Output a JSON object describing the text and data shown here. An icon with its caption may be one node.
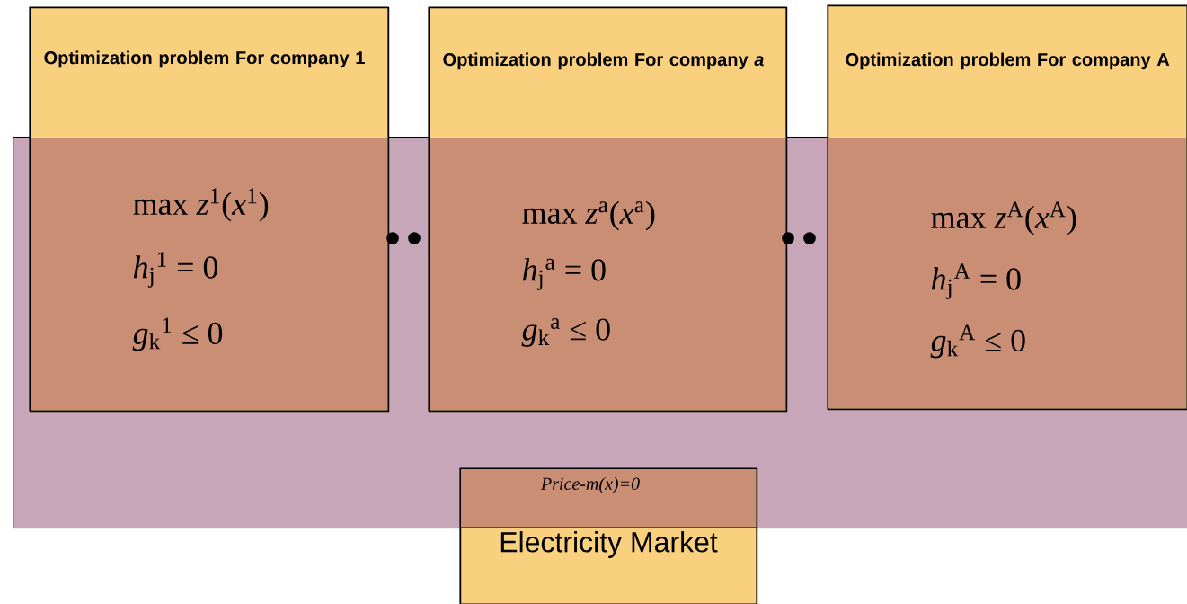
{
  "diagram": {
    "nodes": [
      {
        "text": [],
        "shape": "box"
      },
      {
        "text": [
          "Optimization problem For company 1",
          "max *z*$^{1}$(*x*$^{1}$)",
          "*h*$_{j}$$^{1}$ = 0",
          "*g*$_{k}$$^{1}$ ≤ 0"
        ]
      },
      {
        "text": [
          "Optimization problem For company *a*",
          "max *z*$^{a}$(*x*$^{a}$)",
          "*h*$_{j}$$^{a}$ = 0",
          "*g*$_{k}$$^{a}$ ≤ 0"
        ]
      },
      {
        "text": [
          "Optimization problem For company A",
          "max *z*$^{A}$(*x*$^{A}$)",
          "*h*$_{j}$$^{A}$ = 0",
          "*g*$_{k}$$^{A}$ ≤ 0"
        ]
      },
      {
        "text": [
          "Price-m(x)=0",
          "Electricity Market"
        ]
      }
    ]
  }
}
